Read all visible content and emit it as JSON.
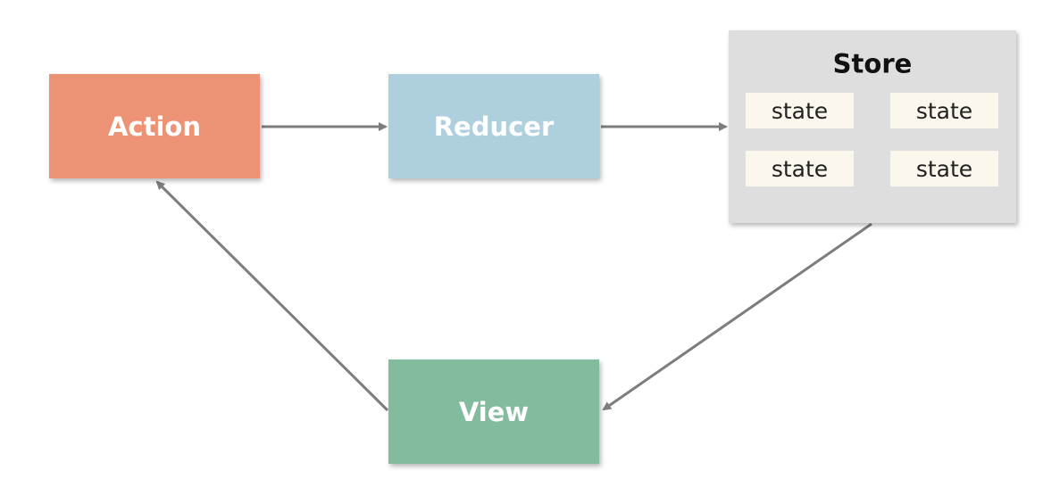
{
  "colors": {
    "action": "#EC9275",
    "reducer": "#AECFDE",
    "view": "#83BB9E",
    "store": "#DEDEDE",
    "state": "#FCF7EC",
    "arrow": "#7D7D7D"
  },
  "nodes": {
    "action": "Action",
    "reducer": "Reducer",
    "view": "View",
    "store": "Store"
  },
  "store": {
    "states": [
      "state",
      "state",
      "state",
      "state"
    ]
  }
}
